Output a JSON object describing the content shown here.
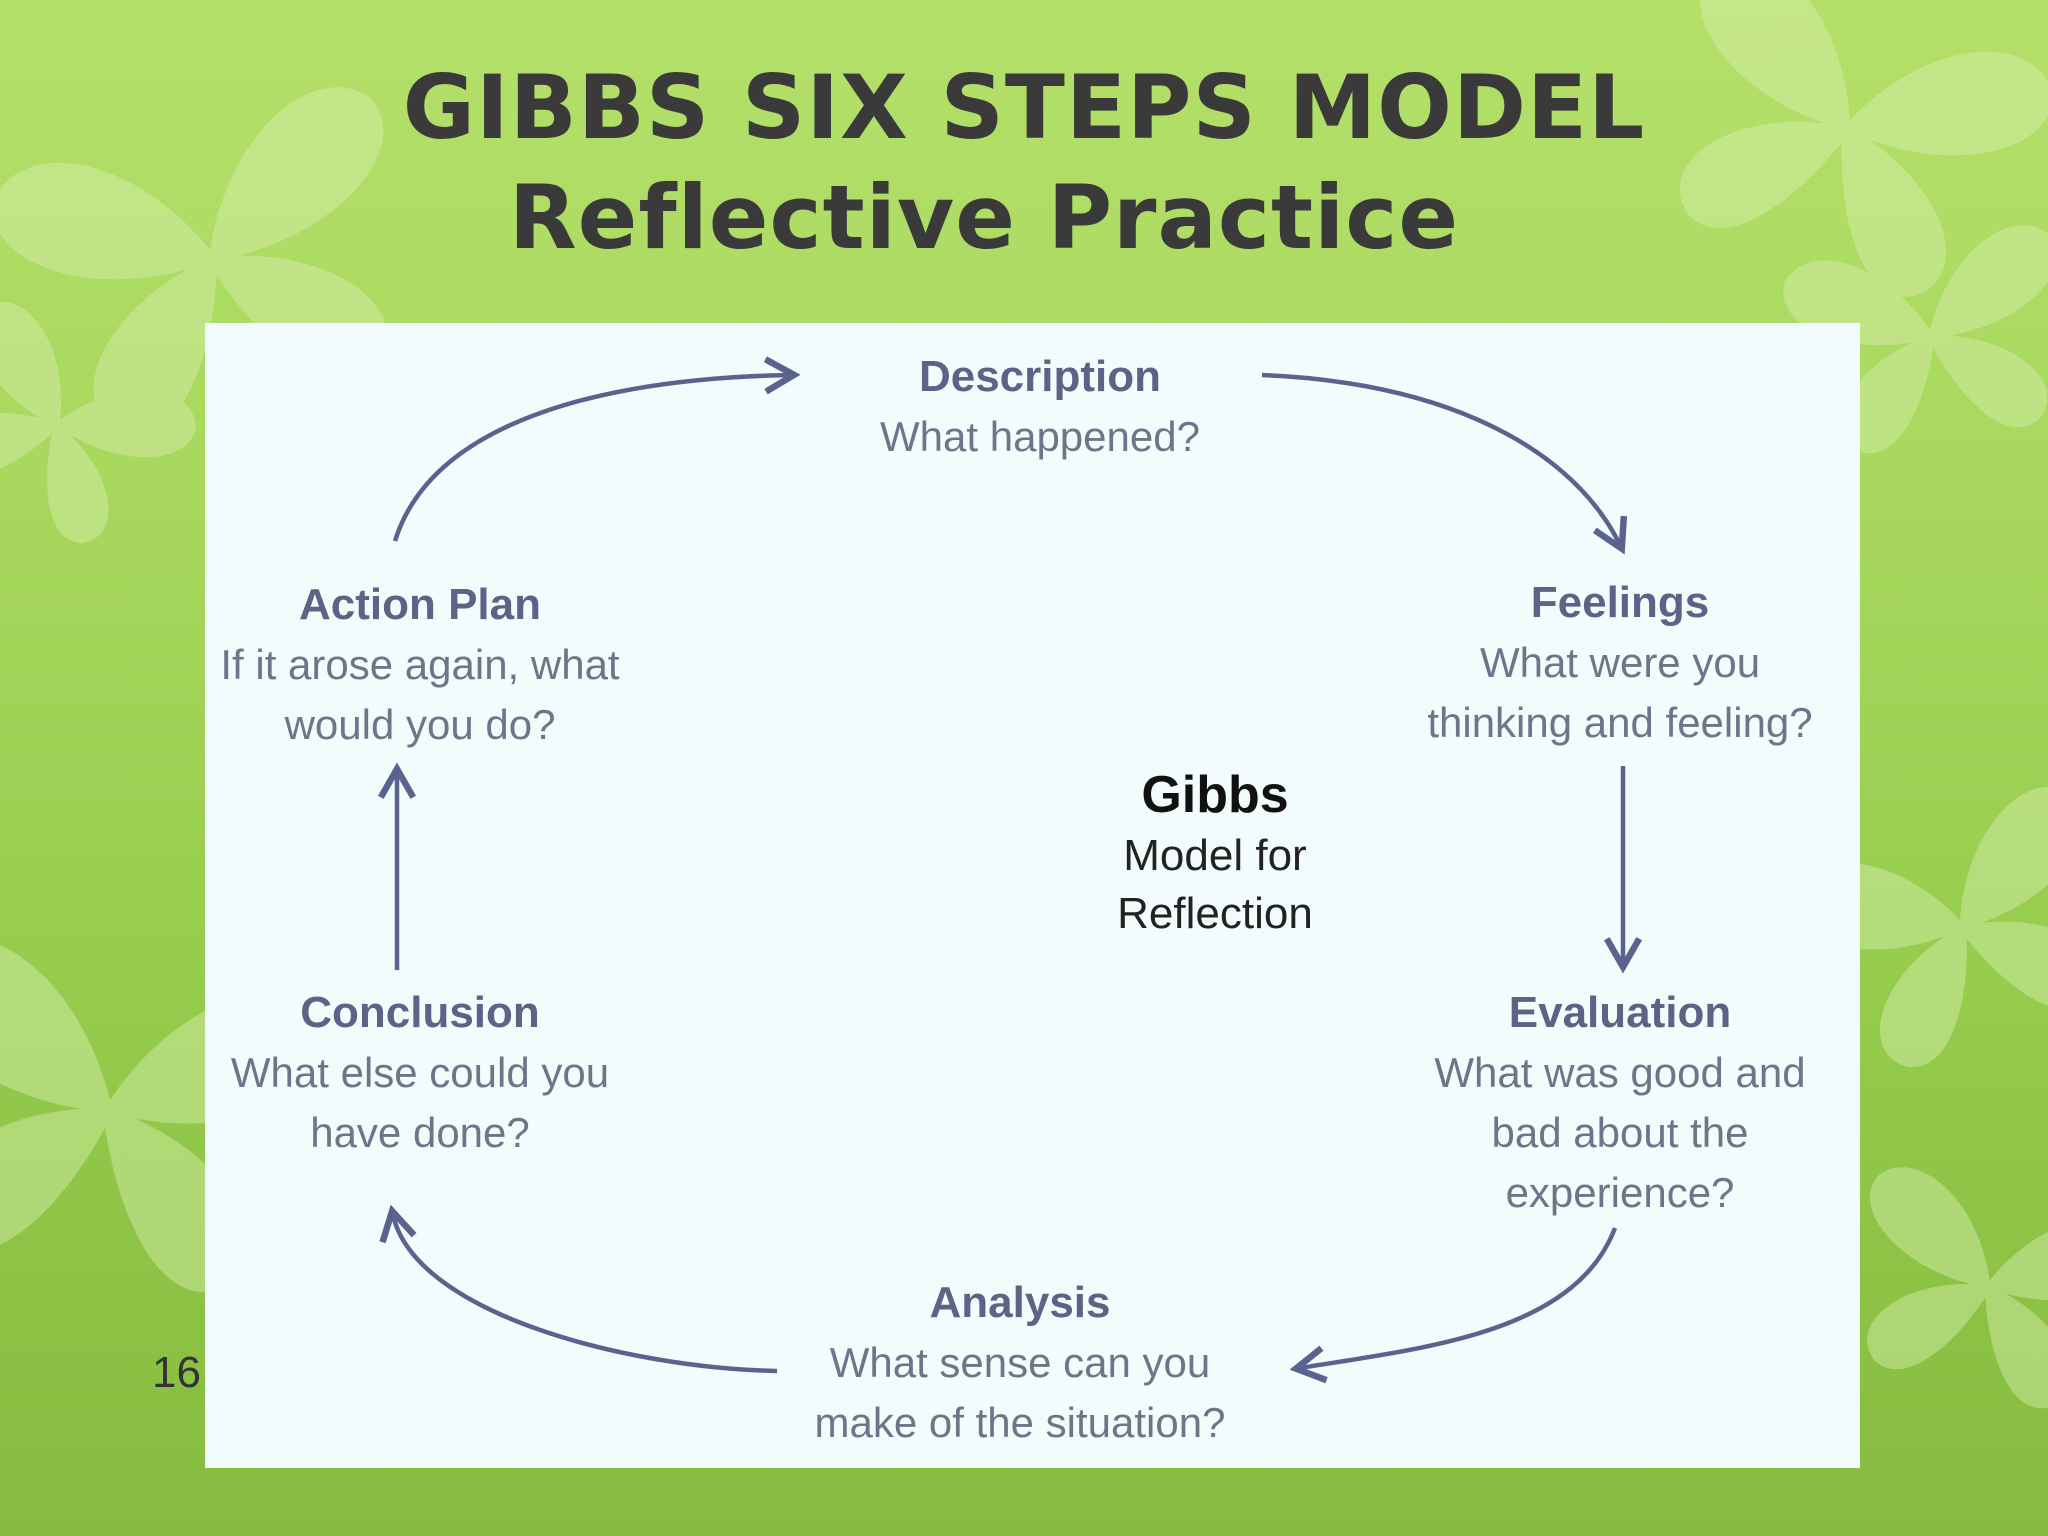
{
  "slide": {
    "title_line1": "GIBBS SIX STEPS MODEL",
    "title_line2": "Reflective Practice",
    "slide_number": "16"
  },
  "diagram": {
    "center": {
      "title": "Gibbs",
      "subtitle": "Model for Reflection"
    },
    "steps": [
      {
        "title": "Description",
        "question": "What happened?"
      },
      {
        "title": "Feelings",
        "question": "What were you thinking and feeling?"
      },
      {
        "title": "Evaluation",
        "question": "What was good and bad about the experience?"
      },
      {
        "title": "Analysis",
        "question": "What sense can you make of the situation?"
      },
      {
        "title": "Conclusion",
        "question": "What else could you have done?"
      },
      {
        "title": "Action Plan",
        "question": "If it arose again, what would you do?"
      }
    ],
    "colors": {
      "arrow": "#5a6390",
      "step_title": "#5b6486",
      "panel": "#f3fcfc",
      "title_text": "#3a3a3a"
    }
  }
}
